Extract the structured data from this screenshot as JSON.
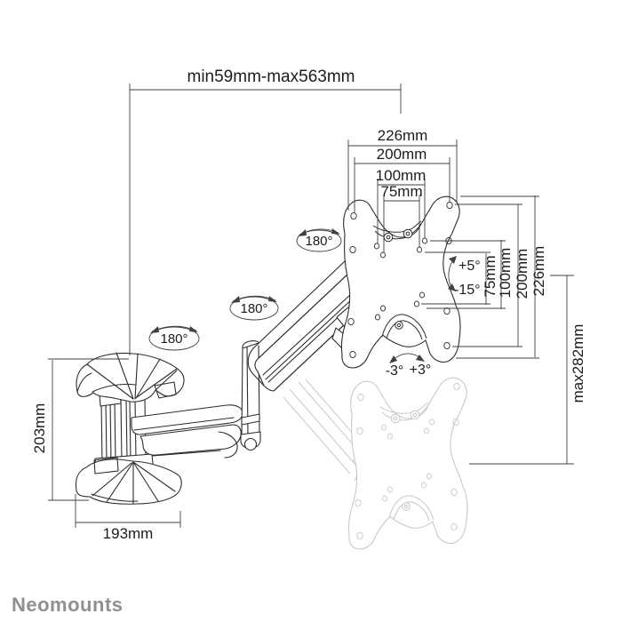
{
  "brand": {
    "logo_text": "Neomounts"
  },
  "colors": {
    "line": "#2d2d2d",
    "dimension": "#404040",
    "ghost": "#c8c8c8",
    "logo_gray": "#8e9092",
    "background": "#ffffff"
  },
  "dimensions": {
    "extension_range": "min59mm-max563mm",
    "plate_top": [
      "226mm",
      "200mm",
      "100mm",
      "75mm"
    ],
    "plate_right": [
      "75mm",
      "100mm",
      "200mm",
      "226mm"
    ],
    "vertical_range": "max282mm",
    "bracket_height": "203mm",
    "bracket_width": "193mm"
  },
  "angles": {
    "swivel": [
      "180°",
      "180°",
      "180°"
    ],
    "tilt_up": "+5°",
    "tilt_down": "-15°",
    "rotation_left": "-3°",
    "rotation_right": "+3°"
  }
}
